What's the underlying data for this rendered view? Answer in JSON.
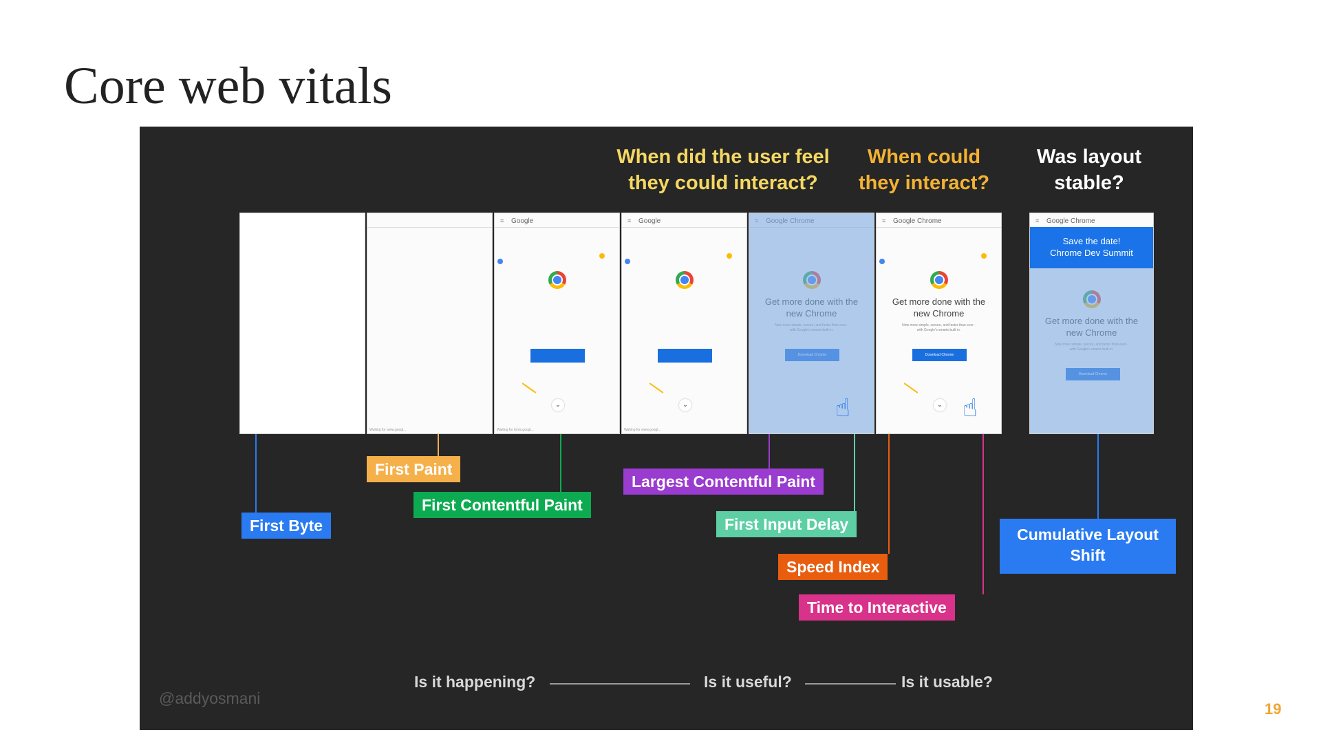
{
  "slide": {
    "title": "Core web vitals",
    "page_number": "19"
  },
  "questions": {
    "q1_line1": "When did the user feel",
    "q1_line2": "they could interact?",
    "q2_line1": "When could",
    "q2_line2": "they interact?",
    "q3_line1": "Was layout",
    "q3_line2": "stable?"
  },
  "frames": {
    "brand_google": "Google",
    "brand_chrome": "Google Chrome",
    "menu_glyph": "≡",
    "promo_line1": "Get more done with the",
    "promo_line2": "new Chrome",
    "promo_small1": "Now more simple, secure, and faster than ever -",
    "promo_small2": "with Google's smarts built in.",
    "download_label": "Download Chrome",
    "banner_line1": "Save the date!",
    "banner_line2": "Chrome Dev Summit",
    "footer_text": "Waiting for www.googl...",
    "footer_fonts": "Waiting for fonts.googl...",
    "chevron_glyph": "⌄",
    "hand_icon": "tap-hand-icon"
  },
  "metrics": {
    "first_byte": "First Byte",
    "first_paint": "First Paint",
    "first_contentful_paint": "First Contentful Paint",
    "largest_contentful_paint": "Largest Contentful Paint",
    "first_input_delay": "First Input Delay",
    "speed_index": "Speed Index",
    "time_to_interactive": "Time to Interactive",
    "cls_line1": "Cumulative Layout",
    "cls_line2": "Shift"
  },
  "colors": {
    "first_byte": "#2a7bf2",
    "first_paint": "#f5b04a",
    "first_contentful_paint": "#0dab51",
    "largest_contentful_paint": "#9a3ccf",
    "first_input_delay": "#5ecfa5",
    "speed_index": "#e85d0e",
    "time_to_interactive": "#d9328a",
    "cumulative_layout_shift": "#2a7bf2"
  },
  "flow": {
    "step1": "Is it happening?",
    "step2": "Is it useful?",
    "step3": "Is it usable?"
  },
  "credit": "@addyosmani"
}
